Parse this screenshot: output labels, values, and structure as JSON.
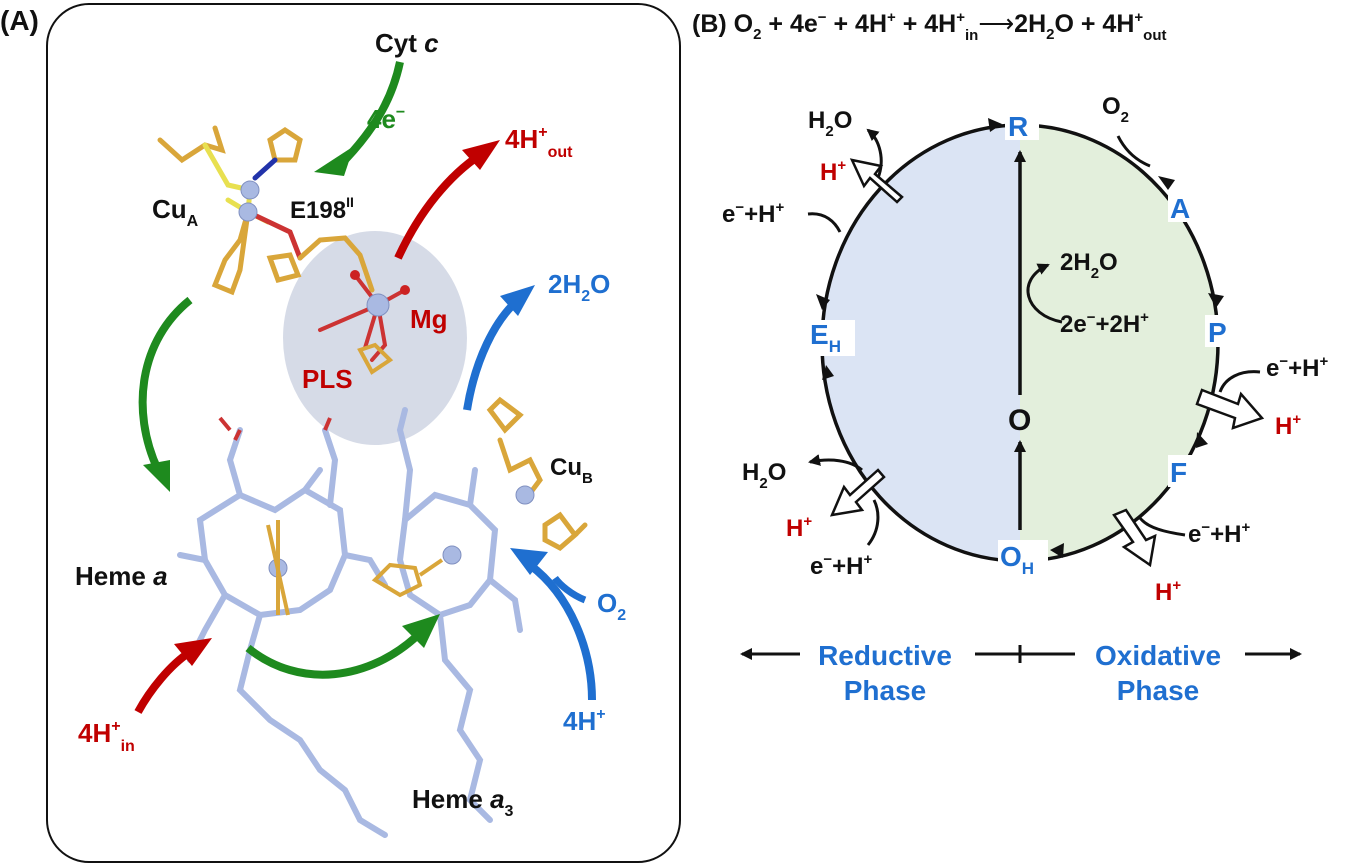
{
  "colors": {
    "red": "#c00000",
    "blue": "#1f6fd0",
    "green": "#1e8a1e",
    "reductive_fill": "#dbe4f4",
    "oxidative_fill": "#e3efdc",
    "protein_blue": "#a9b9e2",
    "protein_gold": "#d9a63a"
  },
  "panel_a": {
    "label": "(A)",
    "cyt": "Cyt",
    "cyt_italic": "c",
    "e_num": "4e",
    "e_sup": "−",
    "hout": "4H",
    "hout_sup": "+",
    "hout_sub": "out",
    "cua": "Cu",
    "cua_sub": "A",
    "e198": "E198",
    "e198_sup": "II",
    "mg": "Mg",
    "pls": "PLS",
    "h2o": "2H",
    "h2o_sub": "2",
    "h2o_end": "O",
    "cub": "Cu",
    "cub_sub": "B",
    "heme_a": "Heme",
    "heme_a_italic": "a",
    "heme_a3": "Heme",
    "heme_a3_italic": "a",
    "heme_a3_sub": "3",
    "o2": "O",
    "o2_sub": "2",
    "hplus": "4H",
    "hplus_sup": "+",
    "hin": "4H",
    "hin_sup": "+",
    "hin_sub": "in"
  },
  "panel_b": {
    "label": "(B)",
    "equation": {
      "t1": "O",
      "s1": "2",
      "t2": " + 4e",
      "p2": "−",
      "t3": " + 4H",
      "p3": "+",
      "t4": " + 4H",
      "p4": "+",
      "s4": "in",
      "arrow": "⟶",
      "t5": "2H",
      "s5": "2",
      "t6": "O + 4H",
      "p6": "+",
      "s6": "out"
    },
    "states": {
      "R": "R",
      "A": "A",
      "P": "P",
      "F": "F",
      "OH": "O",
      "OH_sub": "H",
      "O": "O",
      "EH": "E",
      "EH_sub": "H"
    },
    "labels": {
      "o2": "O",
      "o2_sub": "2",
      "h2o_top": "H",
      "h2o_top_sub": "2",
      "h2o_top_end": "O",
      "hplus_tl": "H",
      "hplus_tl_sup": "+",
      "eh_tl": "e",
      "eh_tl_mid": "−",
      "eh_tl_end": "+H",
      "eh_tl_sup": "+",
      "center_h2o": "2H",
      "center_h2o_sub": "2",
      "center_h2o_end": "O",
      "center_eh": "2e",
      "center_eh_mid": "−",
      "center_eh_end": "+2H",
      "center_eh_sup": "+",
      "eh_p": "e",
      "eh_p_mid": "−",
      "eh_p_end": "+H",
      "eh_p_sup": "+",
      "hplus_p": "H",
      "hplus_p_sup": "+",
      "h2o_bl": "H",
      "h2o_bl_sub": "2",
      "h2o_bl_end": "O",
      "hplus_bl": "H",
      "hplus_bl_sup": "+",
      "eh_bl": "e",
      "eh_bl_mid": "−",
      "eh_bl_end": "+H",
      "eh_bl_sup": "+",
      "eh_f": "e",
      "eh_f_mid": "−",
      "eh_f_end": "+H",
      "eh_f_sup": "+",
      "hplus_f": "H",
      "hplus_f_sup": "+"
    },
    "phases": {
      "reductive_1": "Reductive",
      "reductive_2": "Phase",
      "oxidative_1": "Oxidative",
      "oxidative_2": "Phase"
    }
  }
}
